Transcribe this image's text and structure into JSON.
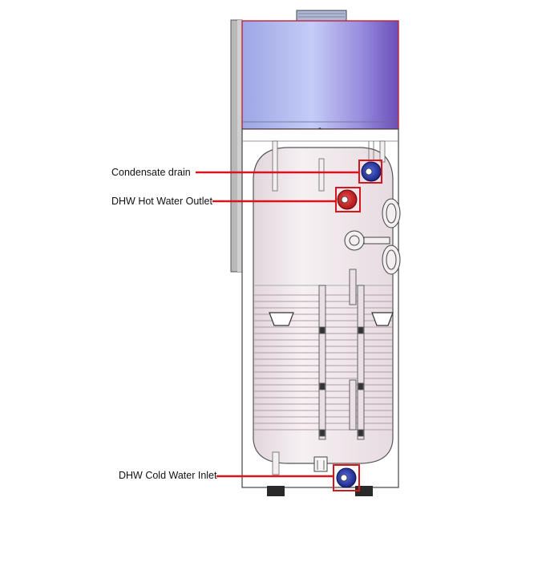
{
  "labels": {
    "condensate_drain": "Condensate drain",
    "dhw_hot_water_outlet": "DHW Hot Water Outlet",
    "dhw_cold_water_inlet": "DHW Cold Water Inlet"
  },
  "colors": {
    "callout_red": "#d8141c",
    "hot_outlet_red": "#d61d1d",
    "cold_inlet_blue": "#1f2f9e",
    "top_unit_violet": "#8a80d8",
    "tank_pink": "#efe6ea"
  },
  "icons": {
    "condensate_drain": "blue-pipe-fitting-icon",
    "hot_outlet": "red-pipe-fitting-icon",
    "cold_inlet": "blue-pipe-fitting-icon"
  }
}
